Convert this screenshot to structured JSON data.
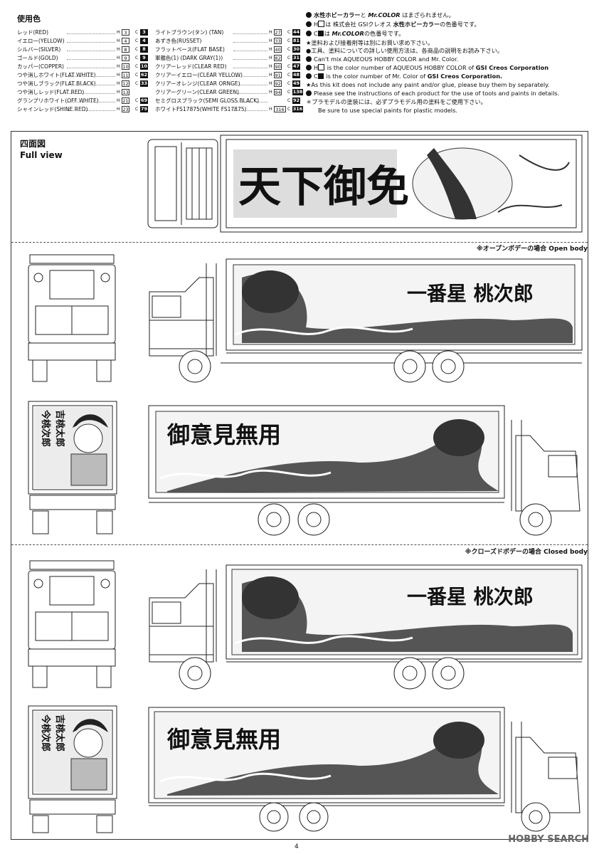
{
  "color_table": {
    "title": "使用色",
    "rows": [
      {
        "name": "レッド(RED)",
        "h": "3",
        "c": "3"
      },
      {
        "name": "イエロー(YELLOW)",
        "h": "4",
        "c": "4"
      },
      {
        "name": "シルバー(SILVER)",
        "h": "8",
        "c": "8"
      },
      {
        "name": "ゴールド(GOLD)",
        "h": "9",
        "c": "9"
      },
      {
        "name": "カッパー(COPPER)",
        "h": "10",
        "c": "10"
      },
      {
        "name": "つや消しホワイト(FLAT WHITE)",
        "h": "11",
        "c": "62"
      },
      {
        "name": "つや消しブラック(FLAT BLACK)",
        "h": "12",
        "c": "33"
      },
      {
        "name": "つや消しレッド(FLAT RED)",
        "h": "13",
        "c": ""
      },
      {
        "name": "グランプリホワイト(OFF WHITE)",
        "h": "21",
        "c": "69"
      },
      {
        "name": "シャインレッド(SHINE RED)",
        "h": "23",
        "c": "79"
      },
      {
        "name": "ライトブラウン(タン) (TAN)",
        "h": "27",
        "c": "44"
      },
      {
        "name": "あずき色(RUSSET)",
        "h": "33",
        "c": "81"
      },
      {
        "name": "フラットベース(FLAT BASE)",
        "h": "40",
        "c": "30"
      },
      {
        "name": "軍艦色(1) (DARK GRAY(1))",
        "h": "82",
        "c": "31"
      },
      {
        "name": "クリアーレッド(CLEAR RED)",
        "h": "90",
        "c": "47"
      },
      {
        "name": "クリアーイエロー(CLEAR YELLOW)",
        "h": "91",
        "c": "48"
      },
      {
        "name": "クリアーオレンジ(CLEAR ORNGE)",
        "h": "92",
        "c": "49"
      },
      {
        "name": "クリアーグリーン(CLEAR GREEN)",
        "h": "94",
        "c": "138"
      },
      {
        "name": "セミグロスブラック(SEMI GLOSS BLACK)",
        "h": "",
        "c": "92"
      },
      {
        "name": "ホワイトFS17875(WHITE FS17875)",
        "h": "316",
        "c": "316"
      }
    ],
    "h_letter": "H",
    "c_letter": "C"
  },
  "notes": {
    "l1a": "水性ホビーカラー",
    "l1b": "と",
    "l1c": "Mr.COLOR",
    "l1d": "はまざられません。",
    "l2a": "H",
    "l2b": "は",
    "l2c": "株式会社 GSIクレオス",
    "l2d": "水性ホビーカラー",
    "l2e": "の色番号です。",
    "l3a": "C",
    "l3b": "は",
    "l3c": "Mr.COLOR",
    "l3d": "の色番号です。",
    "l4": "★塗料および接着剤等は別にお買い求め下さい。",
    "l5": "●工具、塗料についての詳しい使用方法は、各商品の説明をお読み下さい。",
    "l6": "Can't mix AQUEOUS HOBBY COLOR and Mr. Color.",
    "l7a": "H",
    "l7b": "is the color number of AQUEOUS HOBBY COLOR of",
    "l7c": "GSI Creos Corporation",
    "l8a": "C",
    "l8b": "is the color number of Mr. Color of",
    "l8c": "GSI Creos Corporation.",
    "l9": "★As this kit does not include any paint and/or glue, please buy them by separately.",
    "l10": "Please see the instructions of each product for the use of tools and paints in details.",
    "l11": "＊プラモデルの塗装には、必ずプラモデル用の塗料をご使用下さい。",
    "l12": "Be sure to use special paints for plastic models."
  },
  "section": {
    "title_jp": "四面図",
    "title_en": "Full view",
    "open_body": "※オープンボデーの場合 Open body",
    "closed_body": "※クローズドボデーの場合 Closed body"
  },
  "artwork": {
    "top_panel": "天下御免",
    "panel_right": "一番星 桃次郎",
    "panel_left": "御意見無用",
    "rear_text1": "吉桃太郎",
    "rear_text2": "今桃次郎"
  },
  "footer": {
    "page_number": "4",
    "watermark": "HOBBY SEARCH"
  }
}
